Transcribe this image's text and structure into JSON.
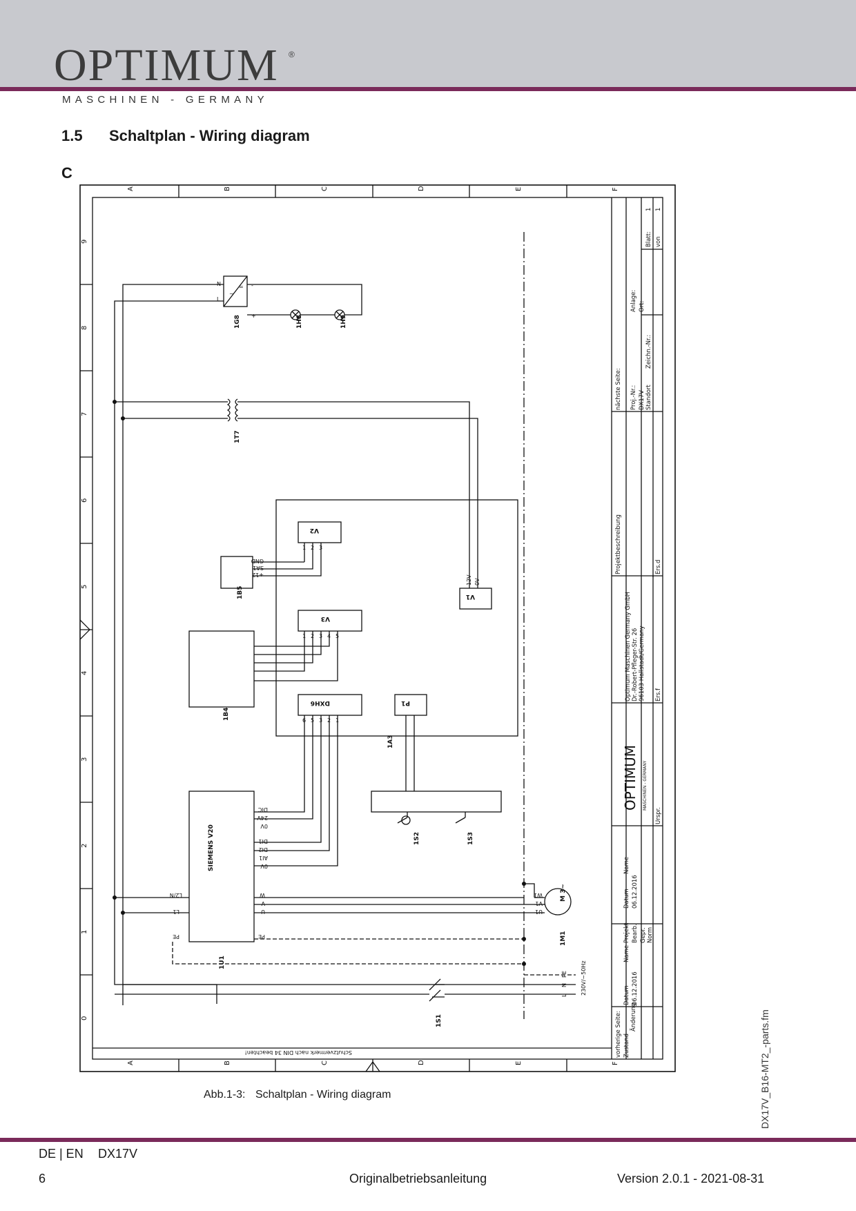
{
  "header": {
    "brand": "OPTIMUM",
    "registered": "®",
    "subtitle": "MASCHINEN - GERMANY"
  },
  "section": {
    "number": "1.5",
    "title": "Schaltplan - Wiring diagram"
  },
  "sheet_label": "C",
  "diagram": {
    "columns": [
      "A",
      "B",
      "C",
      "D",
      "E",
      "F"
    ],
    "rows": [
      "0",
      "1",
      "2",
      "3",
      "4",
      "5",
      "6",
      "7",
      "8",
      "9"
    ],
    "components": {
      "1G8": "1G8",
      "1H8": "1H8",
      "1H9": "1H9",
      "1T7": "1T7",
      "1B5": "1B5",
      "1B4": "1B4",
      "1A3": "1A3",
      "1S2": "1S2",
      "1S3": "1S3",
      "1U1": "1U1",
      "1M1": "1M1",
      "1S1": "1S1",
      "V1": "V1",
      "V2": "V2",
      "V3": "V3",
      "DXH6": "DXH6",
      "P1": "P1",
      "vfd": "SIEMENS V20",
      "motor": "M 3~"
    },
    "vfd_terminals": [
      "DIC",
      "24V",
      "0V",
      "DI1",
      "DI2",
      "AI1",
      "0V"
    ],
    "vfd_power": [
      "L2/N",
      "L1",
      "PE"
    ],
    "vfd_outputs": [
      "W",
      "V",
      "U",
      "PE"
    ],
    "motor_terminals": [
      "W1",
      "V1",
      "U1"
    ],
    "mains_terminals": [
      "PE",
      "N",
      "L"
    ],
    "mains_rating": "230V/~50Hz",
    "v1_terminals": [
      "12V",
      "0V"
    ],
    "sensor_terminals": [
      "GND",
      "SA1",
      "+12"
    ],
    "v2_pins": [
      "1",
      "2",
      "3"
    ],
    "v3_pins": [
      "1",
      "2",
      "3",
      "4",
      "5"
    ],
    "dxh6_pins": [
      "6",
      "5",
      "3",
      "2",
      "1"
    ],
    "psu_labels": [
      "~",
      "=",
      "L",
      "N",
      "-",
      "+"
    ],
    "protection_note": "Schutzvermerk nach DIN 34 beachten!"
  },
  "title_block": {
    "next_page": "nächste Seite:",
    "proj_nr_label": "Proj.-Nr.:",
    "proj_nr": "DX17V",
    "standort": "Standort",
    "anlage": "Anlage:",
    "ort": "Ort:",
    "zeichn_nr": "Zeichn.-Nr.:",
    "blatt": "Blatt:",
    "blatt_num": "1",
    "von": "von",
    "von_num": "1",
    "projektbeschreibung": "Projektbeschreibung",
    "company": [
      "Optimum Maschinen Germany GmbH",
      "Dr.-Robert-Pfleger-Str. 26",
      "96103 Hallstadt/Germany"
    ],
    "ers_d": "Ers.d",
    "ers_f": "Ers.f",
    "urspr": "Urspr.",
    "logo": "OPTIMUM",
    "logo_sub": "MASCHINEN - GERMANY",
    "prev_page": "vorherige Seite:",
    "zustand": "Zustand",
    "aenderung": "Änderung",
    "datum1": "Datum",
    "name1": "Name",
    "date1": "06.12.2016",
    "projekt": "Projekt",
    "datum2": "Datum",
    "name2": "Name",
    "bearb": "Bearb.",
    "gepr": "Gepr.",
    "norm": "Norm",
    "date2": "06.12.2016"
  },
  "caption": {
    "number": "Abb.1-3:",
    "text": "Schaltplan - Wiring diagram"
  },
  "side_file": "DX17V_B16-MT2_-parts.fm",
  "footer": {
    "lang": "DE | EN",
    "model": "DX17V",
    "page": "6",
    "center": "Originalbetriebsanleitung",
    "version": "Version 2.0.1 - 2021-08-31"
  }
}
